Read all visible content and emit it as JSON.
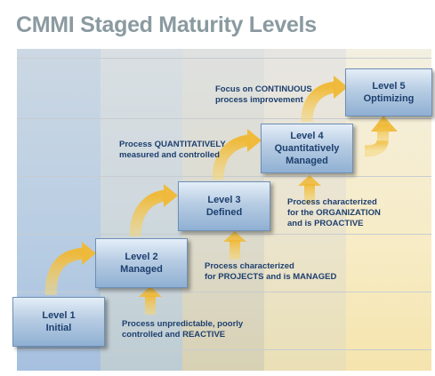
{
  "title": "CMMI Staged Maturity Levels",
  "levels": [
    {
      "level": "Level 1",
      "name": "Initial",
      "description": [
        "Process unpredictable, poorly",
        "controlled and REACTIVE"
      ]
    },
    {
      "level": "Level 2",
      "name": "Managed",
      "description": [
        "Process characterized",
        "for PROJECTS and is MANAGED"
      ]
    },
    {
      "level": "Level 3",
      "name": "Defined",
      "description": [
        "Process characterized",
        "for the ORGANIZATION",
        "and is PROACTIVE"
      ]
    },
    {
      "level": "Level 4",
      "name": "Quantitatively Managed",
      "name_lines": [
        "Quantitatively",
        "Managed"
      ],
      "description": [
        "Process QUANTITATIVELY",
        "measured and controlled"
      ]
    },
    {
      "level": "Level 5",
      "name": "Optimizing",
      "description": [
        "Focus on CONTINUOUS",
        "process improvement"
      ]
    }
  ],
  "colors": {
    "title": "#8a9aa0",
    "box_text": "#1d3f6e",
    "arrow": "#f2c24b"
  }
}
